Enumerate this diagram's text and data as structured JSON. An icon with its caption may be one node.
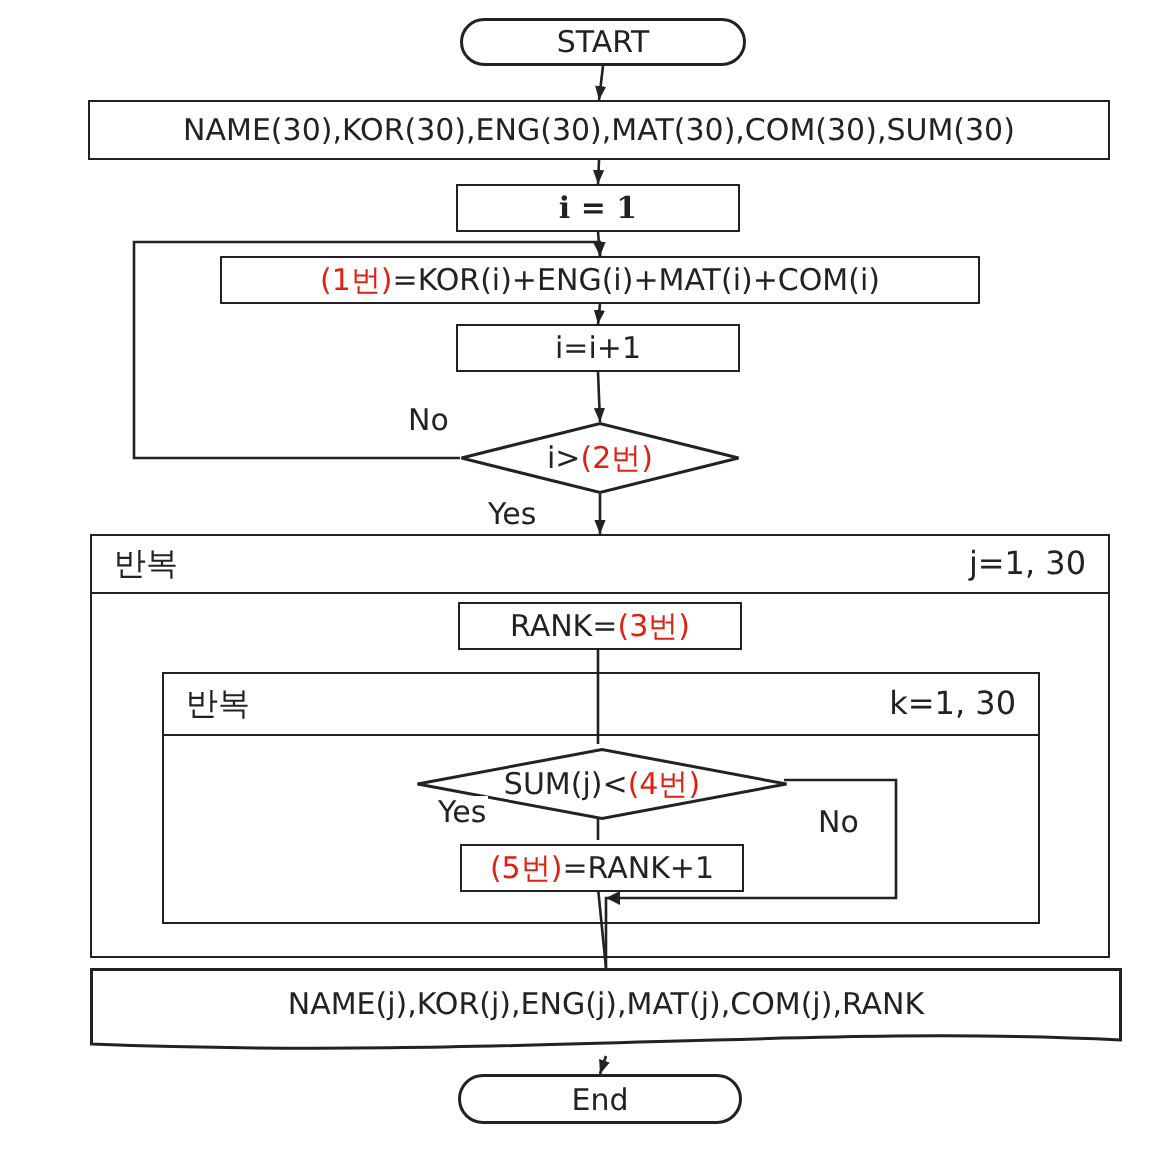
{
  "diagram": {
    "nodes": [
      {
        "text": [
          "START"
        ]
      },
      {
        "text": [
          "NAME(30),KOR(30),ENG(30),MAT(30),COM(30),SUM(30)"
        ]
      },
      {
        "text": [
          "i = 1"
        ]
      },
      {
        "text": [
          "(1번)",
          "=KOR(i)+ENG(i)+MAT(i)+COM(i)"
        ]
      },
      {
        "text": [
          "i=i+1"
        ]
      },
      {
        "text": [
          "i>",
          "(2번)"
        ]
      },
      {
        "text": [
          "반복",
          "j=1, 30"
        ]
      },
      {
        "text": [
          "RANK=",
          "(3번)"
        ],
        "in": 6
      },
      {
        "text": [
          "반복",
          "k=1, 30"
        ],
        "in": 6
      },
      {
        "text": [
          "SUM(j)<",
          "(4번)"
        ],
        "in": 8
      },
      {
        "text": [
          "(5번)",
          "=RANK+1"
        ],
        "in": 8
      },
      {
        "text": [
          "NAME(j),KOR(j),ENG(j),MAT(j),COM(j),RANK"
        ]
      },
      {
        "text": [
          "End"
        ]
      }
    ],
    "edges": [
      {
        "from": 0,
        "to": 1,
        "arrow": "to"
      },
      {
        "from": 1,
        "to": 2,
        "arrow": "to"
      },
      {
        "from": 2,
        "to": 3,
        "arrow": "to"
      },
      {
        "from": 3,
        "to": 4,
        "arrow": "to"
      },
      {
        "from": 4,
        "to": 5,
        "arrow": "to"
      },
      {
        "from": 5,
        "to": 3,
        "arrow": "to",
        "label": "No"
      },
      {
        "from": 5,
        "to": 6,
        "arrow": "to",
        "label": "Yes"
      },
      {
        "from": 7,
        "to": 9,
        "arrow": "none"
      },
      {
        "from": 9,
        "to": 10,
        "arrow": "none",
        "label": "Yes"
      },
      {
        "from": 9,
        "to": 11,
        "arrow": "to",
        "label": "No"
      },
      {
        "from": 10,
        "to": 11,
        "arrow": "none"
      },
      {
        "from": 11,
        "to": 12,
        "arrow": "to"
      }
    ]
  }
}
